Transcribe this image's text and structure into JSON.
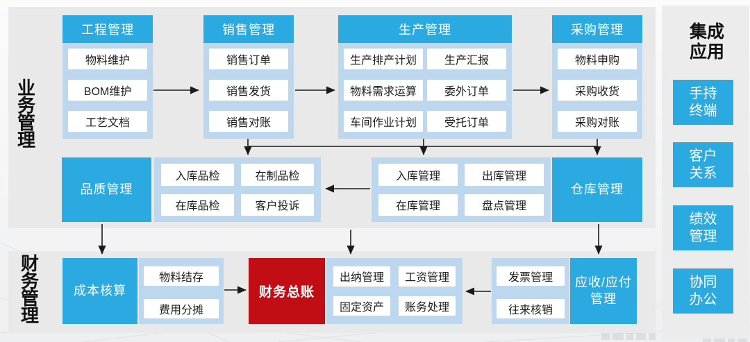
{
  "palette": {
    "accent_blue": "#2ba9e1",
    "container_blue": "#bdd7ee",
    "ledger_red": "#c20d14",
    "panel_gray": "#e9e9e9",
    "arrow_black": "#1a1a1a"
  },
  "side_labels": {
    "business": "业务管理",
    "finance": "财务管理"
  },
  "columns": [
    {
      "title": "工程管理",
      "items": [
        "物料维护",
        "BOM维护",
        "工艺文档"
      ]
    },
    {
      "title": "销售管理",
      "items": [
        "销售订单",
        "销售发货",
        "销售对账"
      ]
    },
    {
      "title": "生产管理",
      "items": [
        "生产排产计划",
        "生产汇报",
        "物料需求运算",
        "委外订单",
        "车间作业计划",
        "受托订单"
      ]
    },
    {
      "title": "采购管理",
      "items": [
        "物料申购",
        "采购收货",
        "采购对账"
      ]
    }
  ],
  "quality": {
    "block": "品质管理",
    "items": [
      "入库品检",
      "在制品检",
      "在库品检",
      "客户投诉"
    ]
  },
  "warehouse": {
    "block": "仓库管理",
    "items": [
      "入库管理",
      "出库管理",
      "在库管理",
      "盘点管理"
    ]
  },
  "cost": {
    "block": "成本核算",
    "items": [
      "物料结存",
      "费用分摊"
    ]
  },
  "ledger": {
    "block": "财务总账",
    "items": [
      "出纳管理",
      "工资管理",
      "固定资产",
      "账务处理"
    ]
  },
  "receivables": {
    "block": "应收/应付管理",
    "items": [
      "发票管理",
      "往来核销"
    ]
  },
  "integration": {
    "title": "集成应用",
    "apps": [
      "手持终端",
      "客户关系",
      "绩效管理",
      "协同办公"
    ]
  }
}
